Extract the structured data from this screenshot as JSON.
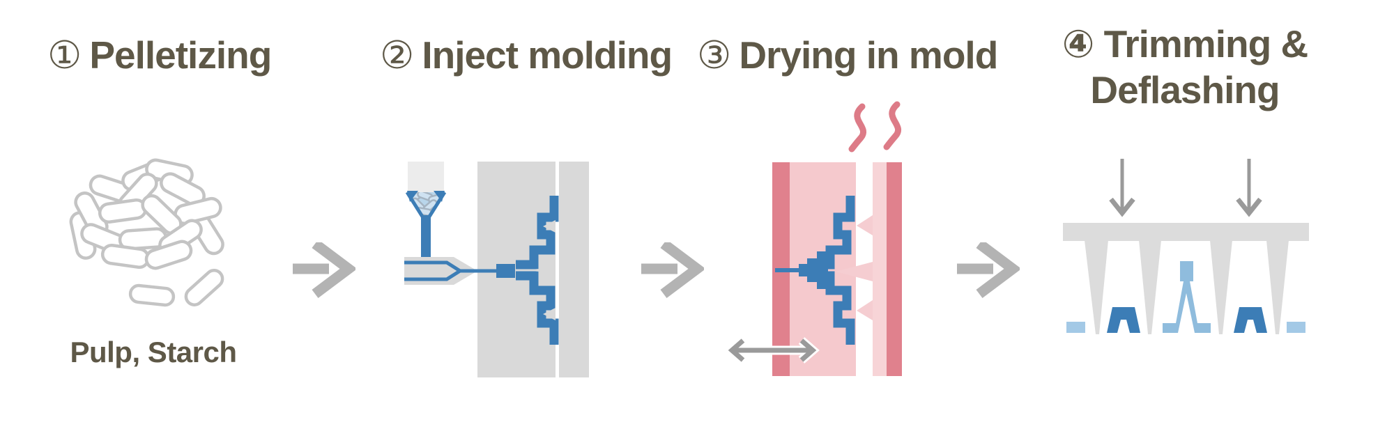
{
  "diagram": {
    "background": "#ffffff",
    "steps": [
      {
        "number": "①",
        "label": "Pelletizing",
        "caption": "Pulp, Starch",
        "illustration": "pellet-pile"
      },
      {
        "number": "②",
        "label": "Inject molding",
        "illustration": "injection-molding-machine"
      },
      {
        "number": "③",
        "label": "Drying in mold",
        "illustration": "heated-mold-with-steam"
      },
      {
        "number": "④",
        "label": "Trimming &",
        "label_line2": "Deflashing",
        "illustration": "trimming-deflashing-press"
      }
    ],
    "colors": {
      "title_text": "#5e5847",
      "flow_arrow": "#b3b3b3",
      "mold_gray": "#d9d9d9",
      "hopper_gray": "#ececec",
      "pellet_outline": "#c4c4c4",
      "material_blue": "#3c7db6",
      "material_light_blue": "#b9d6eb",
      "part_light_blue": "#8fbcdd",
      "flash_light_blue": "#a3c9e6",
      "hot_mold_dark_pink": "#e0818d",
      "hot_mold_light_pink": "#f5c9cd",
      "core_pin_pink": "#f5cdd1",
      "heat_wave_pink": "#dd7b87",
      "press_arrow_gray": "#9a9a9a"
    }
  }
}
